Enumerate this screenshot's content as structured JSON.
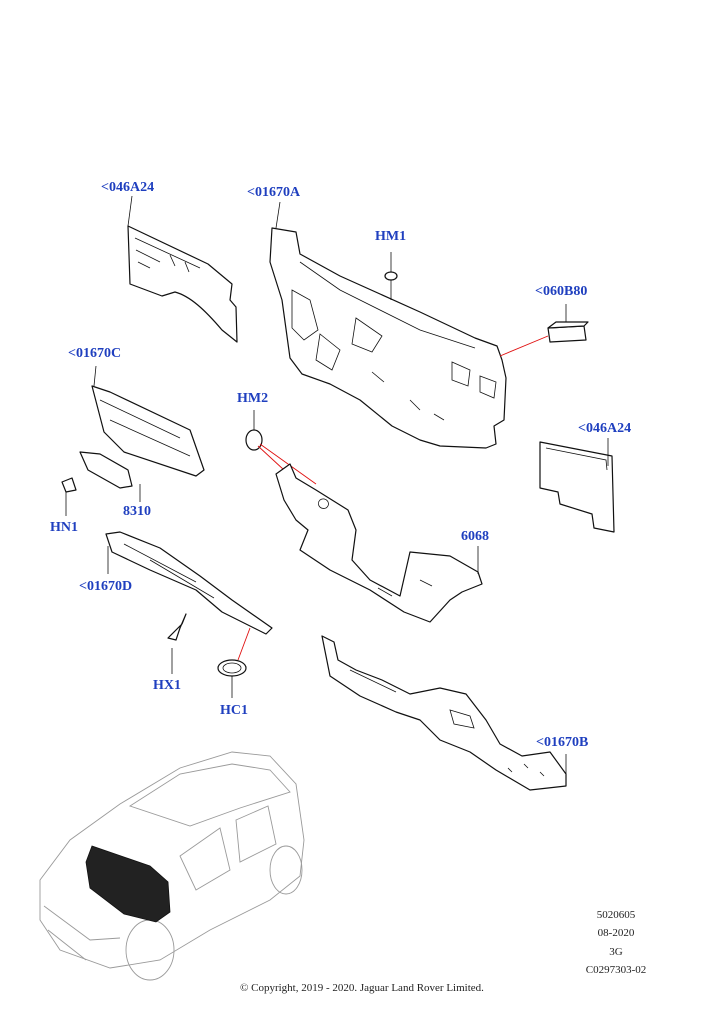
{
  "callouts": {
    "c046A24_top": "<046A24",
    "c01670A": "<01670A",
    "cHM1": "HM1",
    "c060B80": "<060B80",
    "c01670C": "<01670C",
    "cHM2": "HM2",
    "c046A24_right": "<046A24",
    "cHN1": "HN1",
    "c8310": "8310",
    "c6068": "6068",
    "c01670D": "<01670D",
    "cHX1": "HX1",
    "cHC1": "HC1",
    "c01670B": "<01670B"
  },
  "meta": {
    "line1": "5020605",
    "line2": "08-2020",
    "line3": "3G",
    "line4": "C0297303-02"
  },
  "copyright": "© Copyright, 2019 - 2020. Jaguar Land Rover Limited.",
  "colors": {
    "callout": "#1f3fbf",
    "highlight": "#e01010"
  }
}
